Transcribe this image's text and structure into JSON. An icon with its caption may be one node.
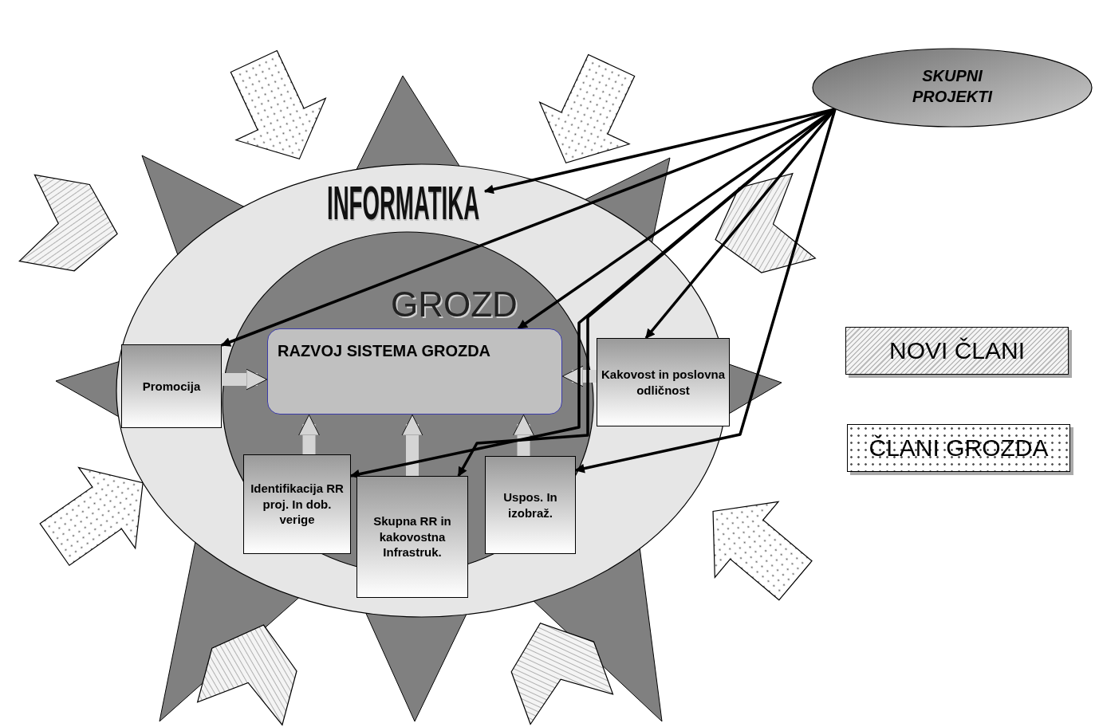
{
  "diagram": {
    "nodes": [
      {
        "text": [
          "SKUPNI PROJEKTI"
        ]
      },
      {
        "text": [
          "INFORMATIKA"
        ]
      },
      {
        "text": [
          "GROZD"
        ],
        "in": 1
      },
      {
        "text": [
          "Promocija"
        ],
        "in": 1
      },
      {
        "text": [
          "RAZVOJ SISTEMA GROZDA"
        ],
        "in": 2
      },
      {
        "text": [
          "Kakovost in poslovna odličnost"
        ],
        "in": 1
      },
      {
        "text": [
          "Identifikacija RR proj. In dob. verige"
        ],
        "in": 2
      },
      {
        "text": [
          "Skupna RR in kakovostna Infrastruk."
        ],
        "in": 1
      },
      {
        "text": [
          "Uspos. In izobraž."
        ],
        "in": 2
      }
    ],
    "edges": [
      {
        "from": 0,
        "to": 1,
        "arrow": "to"
      },
      {
        "from": 0,
        "to": 3,
        "arrow": "to"
      },
      {
        "from": 0,
        "to": 4,
        "arrow": "to"
      },
      {
        "from": 0,
        "to": 6,
        "arrow": "to"
      },
      {
        "from": 0,
        "to": 7,
        "arrow": "to"
      },
      {
        "from": 0,
        "to": 5,
        "arrow": "to"
      },
      {
        "from": 0,
        "to": 8,
        "arrow": "to"
      },
      {
        "from": 3,
        "to": 4,
        "arrow": "to",
        "style": "thick",
        "color": "#d4d4d4"
      },
      {
        "from": 5,
        "to": 4,
        "arrow": "to",
        "style": "thick",
        "color": "#d4d4d4"
      },
      {
        "from": 6,
        "to": 4,
        "arrow": "to",
        "style": "thick",
        "color": "#d4d4d4"
      },
      {
        "from": 7,
        "to": 4,
        "arrow": "to",
        "style": "thick",
        "color": "#d4d4d4"
      },
      {
        "from": 8,
        "to": 4,
        "arrow": "to",
        "style": "thick",
        "color": "#d4d4d4"
      }
    ],
    "legend": [
      {
        "text": "NOVI ČLANI"
      },
      {
        "text": "ČLANI GROZDA"
      }
    ]
  }
}
